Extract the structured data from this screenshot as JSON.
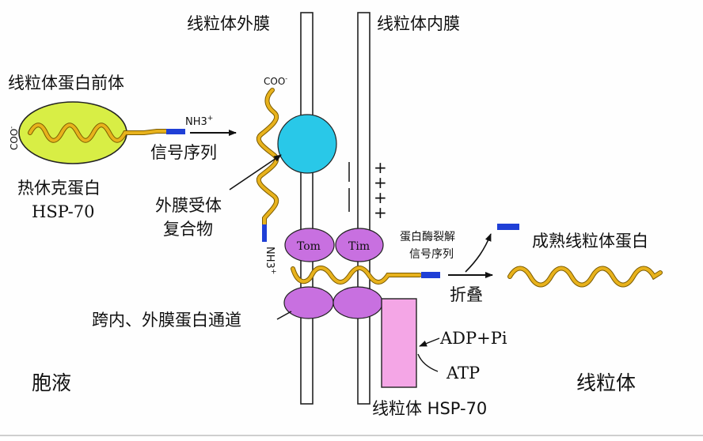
{
  "labels": {
    "outer_membrane": "线粒体外膜",
    "inner_membrane": "线粒体内膜",
    "precursor": "线粒体蛋白前体",
    "coo_left": "COO",
    "coo_top": "COO",
    "nh3_top": "NH3",
    "nh3_side": "NH3",
    "plus_sign": "+",
    "signal_sequence": "信号序列",
    "hsp70_chaperone_line1": "热休克蛋白",
    "hsp70_chaperone_line2": "HSP-70",
    "receptor_line1": "外膜受体",
    "receptor_line2": "复合物",
    "tom": "Tom",
    "tim": "Tim",
    "peptidase_line1": "蛋白酶裂解",
    "peptidase_line2": "信号序列",
    "folding": "折叠",
    "mature_protein": "成熟线粒体蛋白",
    "channel": "跨内、外膜蛋白通道",
    "adp_pi": "ADP+Pi",
    "atp": "ATP",
    "cytosol": "胞液",
    "mitochondrion": "线粒体",
    "mito_hsp70": "线粒体 HSP-70"
  },
  "charges": {
    "minus": [
      "|",
      "|"
    ],
    "plus": [
      "+",
      "+",
      "+",
      "+"
    ]
  },
  "colors": {
    "protein_chain": "#e8b21c",
    "chain_outline": "#7a5a00",
    "signal_seq": "#1f3fd6",
    "chaperone": "#d8ee45",
    "receptor": "#29c8e8",
    "tom_tim": "#c870e0",
    "mito_hsp70_block": "#f4a6e6"
  }
}
